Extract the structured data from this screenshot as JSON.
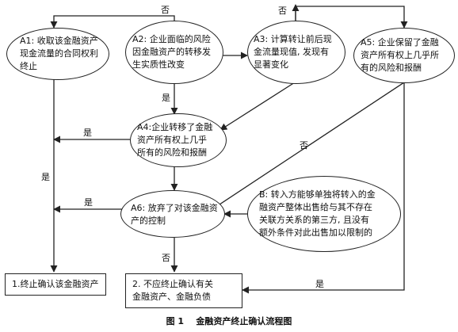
{
  "nodes": {
    "a1": "A1: 收取该金融资产\n现金流量的合同权利\n终止",
    "a2": "A2: 企业面临的风险\n因金融资产的转移发\n生实质性改变",
    "a3": "A3: 计算转让前后现\n金流量现值, 发现有\n显著变化",
    "a5": "A5: 企业保留了金融\n资产所有权上几乎所\n有的风险和报酬",
    "a4": "A4:企业转移了金融\n资产所有权上几乎\n所有的风险和报酬",
    "a6": "A6: 放弃了对该金融资\n产的控制",
    "b": "B: 转入方能够单独将转入的金\n融资产整体出售给与其不存在\n关联方关系的第三方, 且没有\n额外条件对此出售加以限制的",
    "out1": "1.终止确认该金融资产",
    "out2": "2. 不应终止确认有关\n金融资产、金融负债"
  },
  "edge_labels": {
    "a2_no": "否",
    "a3_no": "否",
    "a2_yes": "是",
    "a4_yes": "是",
    "a1_yes": "是",
    "a5_no": "否",
    "a6_yes": "是",
    "a6_no": "否",
    "b_yes": "是"
  },
  "caption": "图 1    金融资产终止确认流程图"
}
